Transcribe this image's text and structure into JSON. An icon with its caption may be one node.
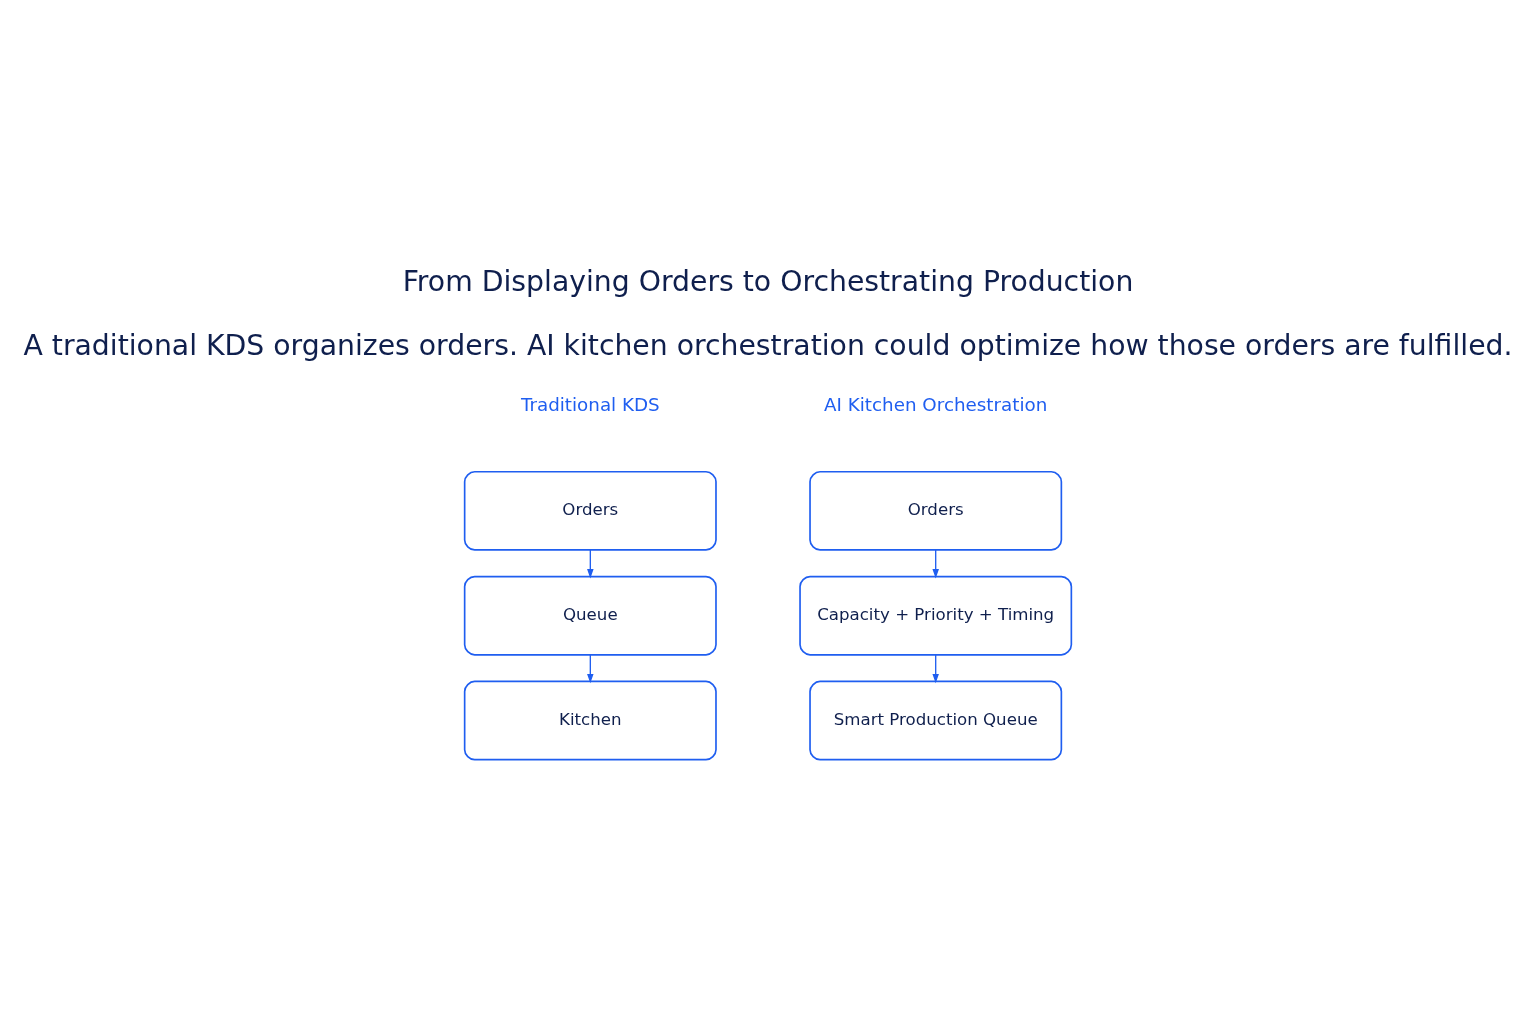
{
  "diagram": {
    "title": "From Displaying Orders to Orchestrating Production",
    "caption": "A traditional KDS organizes orders. AI kitchen orchestration could optimize how those orders are fulfilled.",
    "nodes": [
      {
        "text": [
          "Orders"
        ]
      },
      {
        "text": [
          "Queue"
        ]
      },
      {
        "text": [
          "Kitchen"
        ]
      },
      {
        "text": [
          "Orders"
        ]
      },
      {
        "text": [
          "Capacity + Priority + Timing"
        ]
      },
      {
        "text": [
          "Smart Production Queue"
        ]
      }
    ],
    "edges": [
      {
        "from": 0,
        "to": 1,
        "arrow": "to"
      },
      {
        "from": 1,
        "to": 2,
        "arrow": "to"
      },
      {
        "from": 3,
        "to": 4,
        "arrow": "to"
      },
      {
        "from": 4,
        "to": 5,
        "arrow": "to"
      }
    ],
    "labels": [
      "Traditional KDS",
      "AI Kitchen Orchestration"
    ]
  }
}
